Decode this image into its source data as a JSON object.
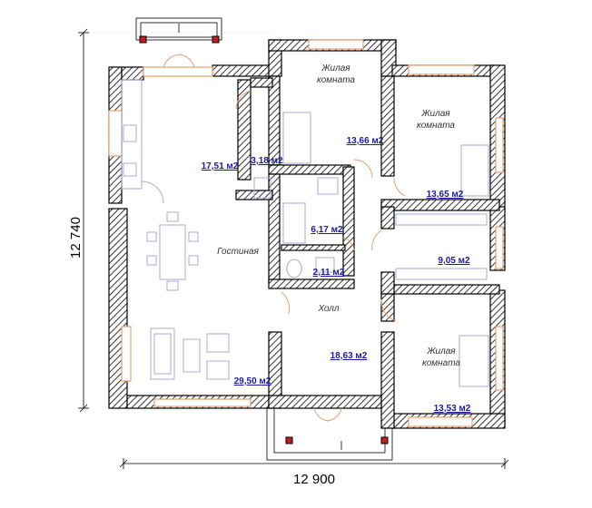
{
  "plan": {
    "dimensions": {
      "width": "12 900",
      "height": "12 740"
    },
    "rooms": [
      {
        "id": "living1",
        "name": "Жилая\nкомната",
        "area": "13,66 м2"
      },
      {
        "id": "living2",
        "name": "Жилая\nкомната",
        "area": "13,65 м2"
      },
      {
        "id": "living3",
        "name": "Жилая\nкомната",
        "area": "13,53 м2"
      },
      {
        "id": "kitchen",
        "name": "",
        "area": "17,51 м2"
      },
      {
        "id": "storage",
        "name": "",
        "area": "3,18 м2"
      },
      {
        "id": "bath",
        "name": "",
        "area": "6,17 м2"
      },
      {
        "id": "wc",
        "name": "",
        "area": "2,11 м2"
      },
      {
        "id": "wardrobe",
        "name": "",
        "area": "9,05 м2"
      },
      {
        "id": "lounge",
        "name": "Гостиная",
        "area": "29,50 м2"
      },
      {
        "id": "hall",
        "name": "Холл",
        "area": "18,63 м2"
      }
    ]
  },
  "colors": {
    "wall_hatch": "#000000",
    "area_text": "#1a1aa8",
    "window": "#e8a070",
    "furniture": "#a8a8d8",
    "post": "#c02020"
  }
}
